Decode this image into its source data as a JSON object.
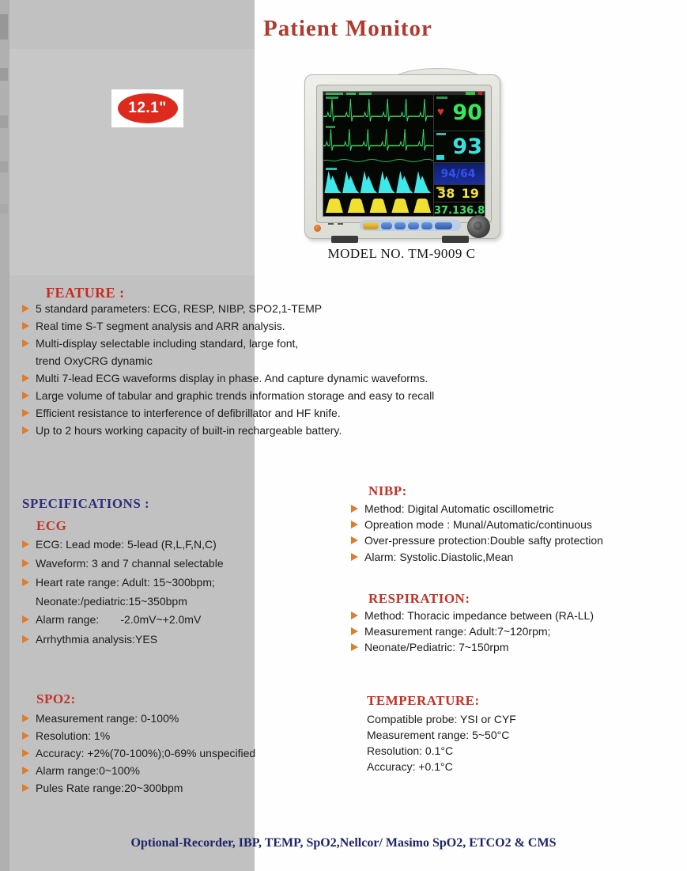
{
  "header": {
    "title": "Patient Monitor"
  },
  "badge": {
    "label": "12.1\""
  },
  "monitor": {
    "caption": "MODEL NO. TM-9009 C",
    "screen": {
      "heart_icon": "♥",
      "hr": "90",
      "spo2": "93",
      "nibp": "94/64",
      "resp_rate": "38",
      "resp_rate_2": "19",
      "temp_1": "37.1",
      "temp_2": "36.8"
    }
  },
  "feature": {
    "heading": "FEATURE :",
    "items": [
      {
        "text": "5 standard parameters: ECG, RESP, NIBP, SPO2,1-TEMP"
      },
      {
        "text": "Real time S-T segment analysis and ARR analysis."
      },
      {
        "text": "Multi-display selectable including standard, large font,",
        "cont": "trend OxyCRG dynamic"
      },
      {
        "text": "Multi 7-lead ECG waveforms display in phase. And capture dynamic waveforms."
      },
      {
        "text": "Large volume of tabular and graphic trends information storage and easy to recall"
      },
      {
        "text": "Efficient resistance to interference of defibrillator and HF knife."
      },
      {
        "text": "Up to 2 hours working capacity of built-in rechargeable battery."
      }
    ]
  },
  "specifications": {
    "heading": "SPECIFICATIONS :"
  },
  "ecg": {
    "heading": "ECG",
    "items": [
      {
        "text": "ECG: Lead mode: 5-lead (R,L,F,N,C)"
      },
      {
        "text": "Waveform: 3 and 7 channal selectable"
      },
      {
        "text": "Heart rate range: Adult: 15~300bpm;",
        "cont": "Neonate:/pediatric:15~350bpm"
      },
      {
        "text": "Alarm range:       -2.0mV~+2.0mV"
      },
      {
        "text": "Arrhythmia analysis:YES"
      }
    ]
  },
  "spo2": {
    "heading": "SPO2:",
    "items": [
      {
        "text": "Measurement range: 0-100%"
      },
      {
        "text": "Resolution: 1%"
      },
      {
        "text": "Accuracy: +2%(70-100%);0-69% unspecified"
      },
      {
        "text": "Alarm range:0~100%"
      },
      {
        "text": "Pules Rate range:20~300bpm"
      }
    ]
  },
  "nibp": {
    "heading": "NIBP:",
    "items": [
      {
        "text": "Method: Digital Automatic oscillometric"
      },
      {
        "text": "Opreation mode : Munal/Automatic/continuous"
      },
      {
        "text": "Over-pressure protection:Double safty protection"
      },
      {
        "text": "Alarm: Systolic.Diastolic,Mean"
      }
    ]
  },
  "respiration": {
    "heading": "RESPIRATION:",
    "items": [
      {
        "text": "Method: Thoracic impedance between (RA-LL)"
      },
      {
        "text": "Measurement range: Adult:7~120rpm;"
      },
      {
        "text": "Neonate/Pediatric: 7~150rpm"
      }
    ]
  },
  "temperature": {
    "heading": "TEMPERATURE:",
    "items": [
      {
        "text": "Compatible probe: YSI or CYF"
      },
      {
        "text": "Measurement range: 5~50°C"
      },
      {
        "text": "Resolution: 0.1°C"
      },
      {
        "text": "Accuracy: +0.1°C"
      }
    ]
  },
  "footer": {
    "text": "Optional-Recorder, IBP, TEMP, SpO2,Nellcor/ Masimo SpO2, ETCO2 & CMS"
  },
  "colors": {
    "title_red": "#b13a30",
    "section_red": "#c03328",
    "navy": "#2d2d7c",
    "footer_navy": "#1e2566",
    "bullet_orange": "#e07c2c",
    "badge_red": "#dd2a1d",
    "screen_green": "#35e85a",
    "screen_cyan": "#3ae0e0",
    "screen_yellow": "#efe23a",
    "screen_blue": "#3550f0",
    "gray_column": "#c1c1c1"
  }
}
